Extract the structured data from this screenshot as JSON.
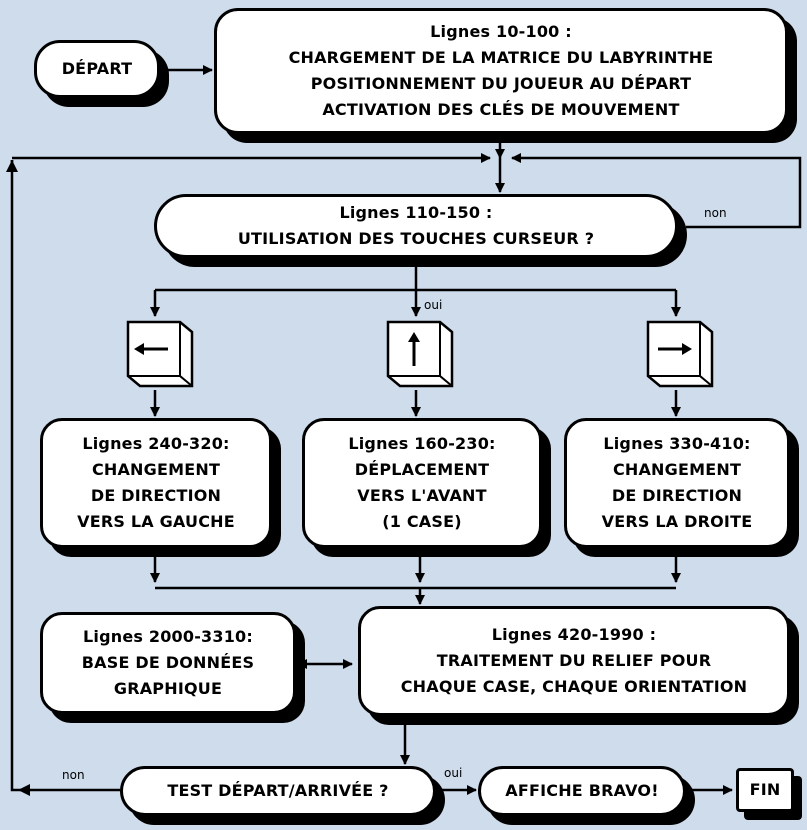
{
  "boxes": {
    "depart": "DÉPART",
    "init": {
      "title": "Lignes 10-100 :",
      "line1": "CHARGEMENT DE LA MATRICE DU LABYRINTHE",
      "line2": "POSITIONNEMENT DU JOUEUR AU DÉPART",
      "line3": "ACTIVATION DES CLÉS DE MOUVEMENT"
    },
    "cursor_test": {
      "title": "Lignes 110-150 :",
      "line1": "UTILISATION DES TOUCHES CURSEUR ?"
    },
    "left": {
      "title": "Lignes 240-320:",
      "line1": "CHANGEMENT",
      "line2": "DE DIRECTION",
      "line3": "VERS LA GAUCHE"
    },
    "forward": {
      "title": "Lignes 160-230:",
      "line1": "DÉPLACEMENT",
      "line2": "VERS L'AVANT",
      "line3": "(1 CASE)"
    },
    "right": {
      "title": "Lignes 330-410:",
      "line1": "CHANGEMENT",
      "line2": "DE DIRECTION",
      "line3": "VERS LA DROITE"
    },
    "database": {
      "title": "Lignes 2000-3310:",
      "line1": "BASE DE DONNÉES",
      "line2": "GRAPHIQUE"
    },
    "relief": {
      "title": "Lignes 420-1990 :",
      "line1": "TRAITEMENT DU RELIEF POUR",
      "line2": "CHAQUE CASE, CHAQUE ORIENTATION"
    },
    "test_arrival": "TEST DÉPART/ARRIVÉE ?",
    "bravo": "AFFICHE BRAVO!",
    "fin": "FIN"
  },
  "labels": {
    "non_top": "non",
    "oui_top": "oui",
    "non_bottom": "non",
    "oui_bottom": "oui"
  },
  "keys": {
    "left": "left-arrow-icon",
    "up": "up-arrow-icon",
    "right": "right-arrow-icon"
  },
  "colors": {
    "background": "#cfdcec",
    "box_fill": "#ffffff",
    "ink": "#000000"
  }
}
